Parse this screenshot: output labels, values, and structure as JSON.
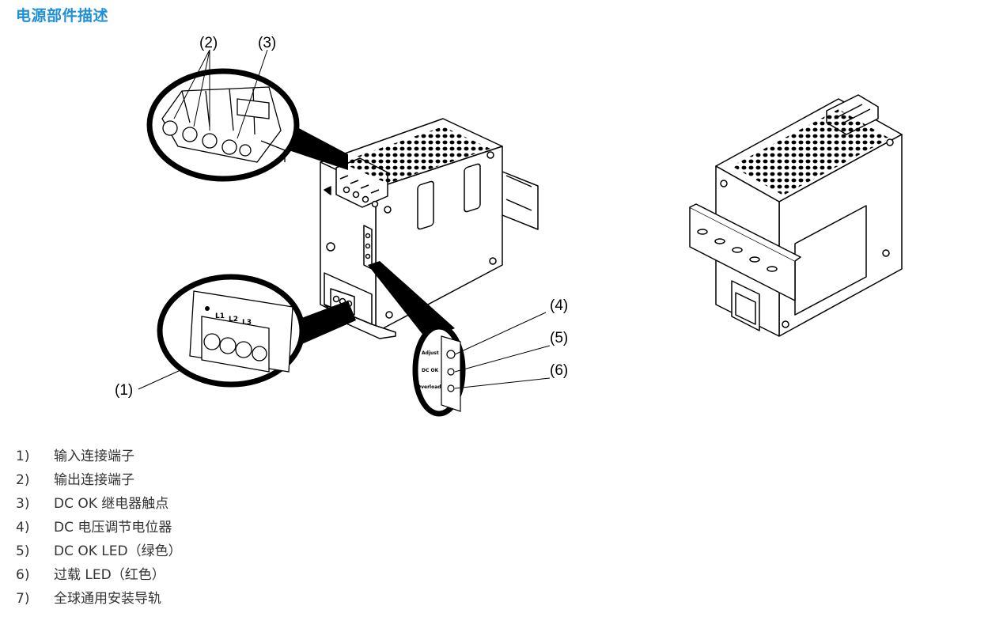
{
  "title": "电源部件描述",
  "callouts": [
    "(1)",
    "(2)",
    "(3)",
    "(4)",
    "(5)",
    "(6)"
  ],
  "device_marks": {
    "input_terminals": [
      "L1",
      "L2",
      "L3"
    ],
    "leds": [
      "Adjust",
      "DC OK",
      "Overload"
    ]
  },
  "legend": [
    {
      "num": "1)",
      "text": "输入连接端子"
    },
    {
      "num": "2)",
      "text": "输出连接端子"
    },
    {
      "num": "3)",
      "text": "DC OK 继电器触点"
    },
    {
      "num": "4)",
      "text": "DC 电压调节电位器"
    },
    {
      "num": "5)",
      "text": "DC OK LED（绿色）"
    },
    {
      "num": "6)",
      "text": "过载 LED（红色）"
    },
    {
      "num": "7)",
      "text": "全球通用安装导轨"
    }
  ]
}
